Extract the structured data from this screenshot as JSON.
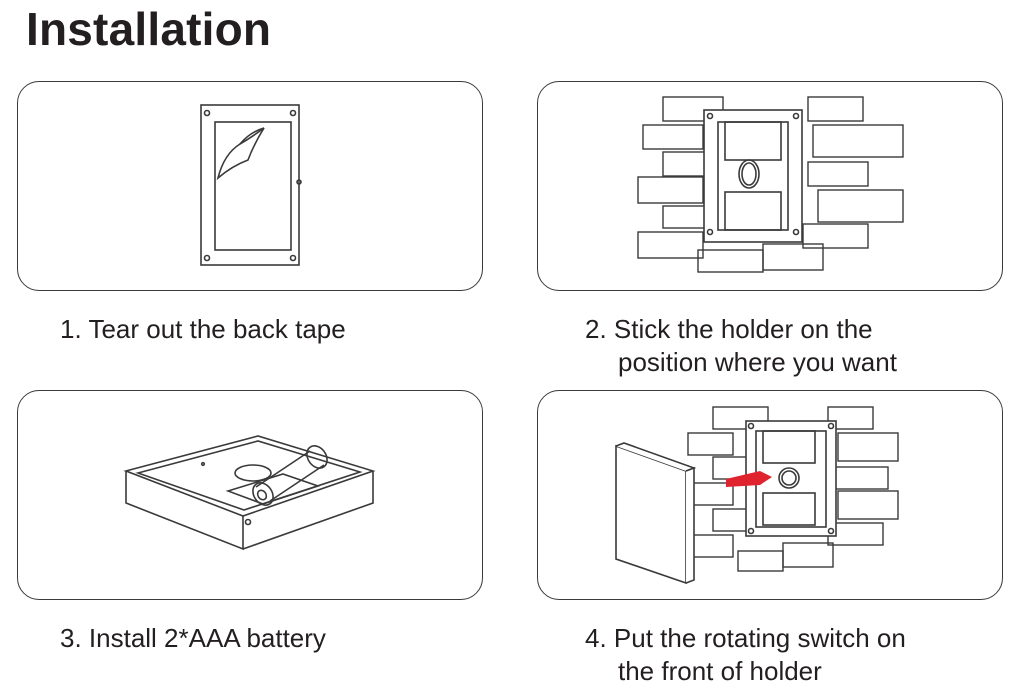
{
  "title": "Installation",
  "steps": [
    {
      "line1": "1. Tear out the back tape",
      "line2": ""
    },
    {
      "line1": "2. Stick the holder on the",
      "line2": "position where you want"
    },
    {
      "line1": "3. Install 2*AAA battery",
      "line2": ""
    },
    {
      "line1": "4. Put the rotating switch on",
      "line2": "the front of holder"
    }
  ],
  "colors": {
    "stroke": "#3a3a3a",
    "arrow": "#e0242f",
    "text": "#231f20"
  }
}
